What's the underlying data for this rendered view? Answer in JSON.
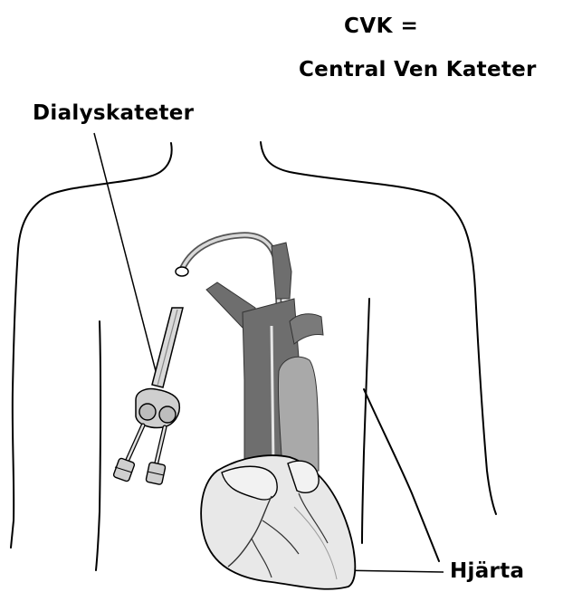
{
  "labels": {
    "cvk_line1": "CVK =",
    "cvk_line2": "Central Ven Kateter",
    "dialysis": "Dialyskateter",
    "heart": "Hjärta"
  },
  "colors": {
    "background": "#ffffff",
    "outline": "#000000",
    "vessel_dark": "#6e6e6e",
    "vessel_light": "#a9a9a9",
    "heart_fill": "#e8e8e8",
    "catheter": "#bfbfbf"
  }
}
